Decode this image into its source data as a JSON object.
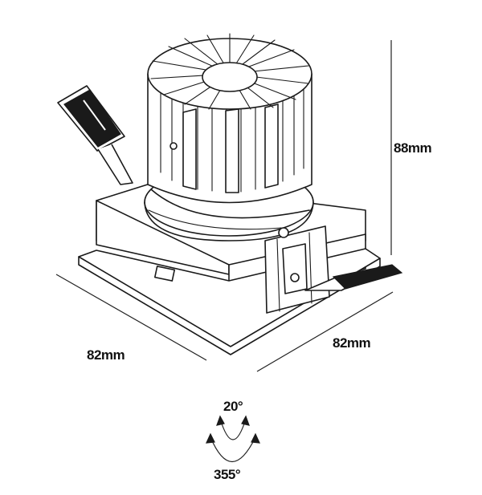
{
  "dimensions": {
    "height": "88mm",
    "width_left": "82mm",
    "width_right": "82mm"
  },
  "rotation": {
    "tilt": "20°",
    "rotate": "355°"
  }
}
